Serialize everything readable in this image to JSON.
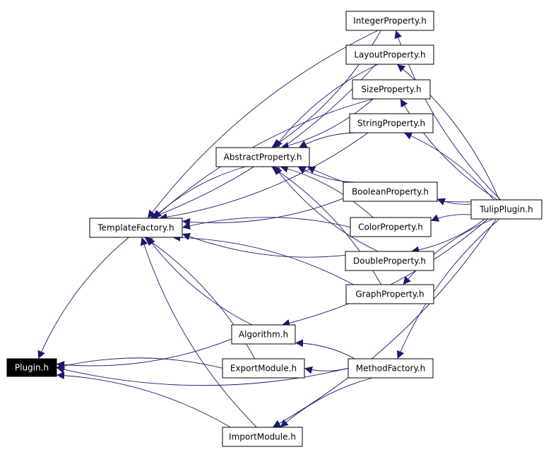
{
  "diagram": {
    "edge_color": "#191970",
    "nodes": [
      {
        "id": "integer",
        "label": "IntegerProperty.h"
      },
      {
        "id": "layout",
        "label": "LayoutProperty.h"
      },
      {
        "id": "size",
        "label": "SizeProperty.h"
      },
      {
        "id": "string",
        "label": "StringProperty.h"
      },
      {
        "id": "abstract",
        "label": "AbstractProperty.h"
      },
      {
        "id": "boolean",
        "label": "BooleanProperty.h"
      },
      {
        "id": "tulip",
        "label": "TulipPlugin.h"
      },
      {
        "id": "template",
        "label": "TemplateFactory.h"
      },
      {
        "id": "color",
        "label": "ColorProperty.h"
      },
      {
        "id": "double",
        "label": "DoubleProperty.h"
      },
      {
        "id": "graph",
        "label": "GraphProperty.h"
      },
      {
        "id": "algorithm",
        "label": "Algorithm.h"
      },
      {
        "id": "plugin",
        "label": "Plugin.h",
        "highlight": true
      },
      {
        "id": "export",
        "label": "ExportModule.h"
      },
      {
        "id": "method",
        "label": "MethodFactory.h"
      },
      {
        "id": "import",
        "label": "ImportModule.h"
      }
    ],
    "edges": [
      {
        "from": "integer",
        "to": "abstract"
      },
      {
        "from": "layout",
        "to": "abstract"
      },
      {
        "from": "size",
        "to": "abstract"
      },
      {
        "from": "string",
        "to": "abstract"
      },
      {
        "from": "boolean",
        "to": "abstract"
      },
      {
        "from": "color",
        "to": "abstract"
      },
      {
        "from": "double",
        "to": "abstract"
      },
      {
        "from": "graph",
        "to": "abstract"
      },
      {
        "from": "tulip",
        "to": "abstract"
      },
      {
        "from": "integer",
        "to": "template"
      },
      {
        "from": "layout",
        "to": "template"
      },
      {
        "from": "size",
        "to": "template"
      },
      {
        "from": "string",
        "to": "template"
      },
      {
        "from": "abstract",
        "to": "template"
      },
      {
        "from": "boolean",
        "to": "template"
      },
      {
        "from": "color",
        "to": "template"
      },
      {
        "from": "double",
        "to": "template"
      },
      {
        "from": "graph",
        "to": "template"
      },
      {
        "from": "algorithm",
        "to": "template"
      },
      {
        "from": "export",
        "to": "template"
      },
      {
        "from": "import",
        "to": "template"
      },
      {
        "from": "template",
        "to": "plugin"
      },
      {
        "from": "algorithm",
        "to": "plugin"
      },
      {
        "from": "export",
        "to": "plugin"
      },
      {
        "from": "method",
        "to": "plugin"
      },
      {
        "from": "import",
        "to": "plugin"
      },
      {
        "from": "tulip",
        "to": "integer"
      },
      {
        "from": "tulip",
        "to": "layout"
      },
      {
        "from": "tulip",
        "to": "size"
      },
      {
        "from": "tulip",
        "to": "string"
      },
      {
        "from": "tulip",
        "to": "boolean"
      },
      {
        "from": "tulip",
        "to": "color"
      },
      {
        "from": "tulip",
        "to": "double"
      },
      {
        "from": "tulip",
        "to": "graph"
      },
      {
        "from": "tulip",
        "to": "algorithm"
      },
      {
        "from": "tulip",
        "to": "method"
      },
      {
        "from": "tulip",
        "to": "import"
      },
      {
        "from": "method",
        "to": "algorithm"
      },
      {
        "from": "method",
        "to": "export"
      },
      {
        "from": "method",
        "to": "import"
      }
    ]
  }
}
